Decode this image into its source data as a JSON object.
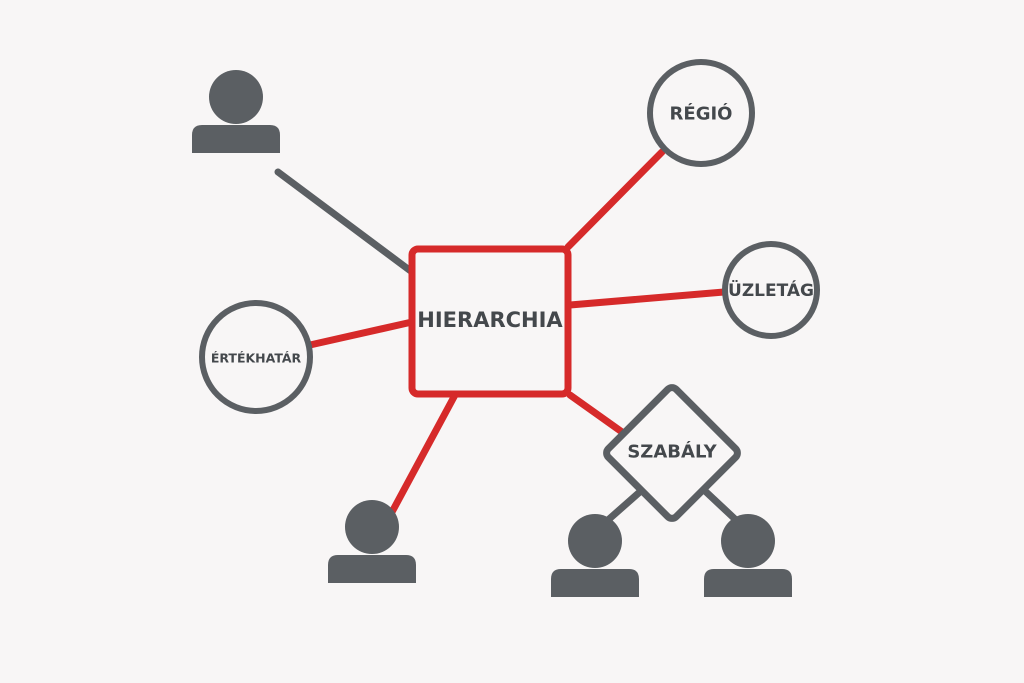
{
  "colors": {
    "background": "#f8f6f6",
    "accent": "#d62a2a",
    "neutral": "#5b5f63",
    "text": "#44484c"
  },
  "nodes": {
    "center": "HIERARCHIA",
    "region": "RÉGIÓ",
    "business_line": "ÜZLETÁG",
    "threshold": "ÉRTÉKHATÁR",
    "rule": "SZABÁLY"
  },
  "icons": [
    "user-icon"
  ]
}
